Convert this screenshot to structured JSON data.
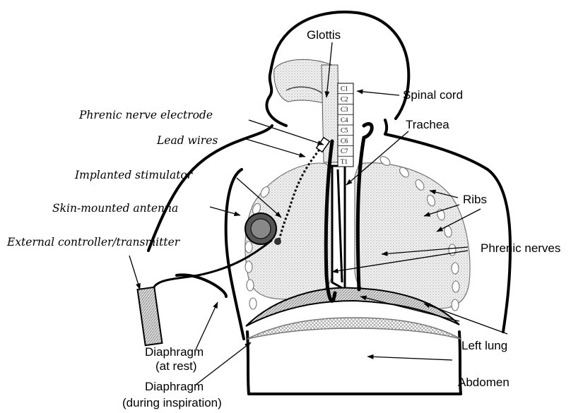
{
  "labels": {
    "glottis": "Glottis",
    "spinal_cord": "Spinal cord",
    "trachea": "Trachea",
    "ribs": "Ribs",
    "phrenic_nerves": "Phrenic nerves",
    "left_lung": "Left lung",
    "abdomen": "Abdomen",
    "diaphragm_rest_1": "Diaphragm",
    "diaphragm_rest_2": "(at rest)",
    "diaphragm_insp_1": "Diaphragm",
    "diaphragm_insp_2": "(during inspiration)",
    "phrenic_electrode": "Phrenic nerve electrode",
    "lead_wires": "Lead wires",
    "implanted_stimulator": "Implanted stimulator",
    "antenna": "Skin-mounted antenna",
    "controller": "External controller/transmitter"
  },
  "vertebrae": [
    "C1",
    "C2",
    "C3",
    "C4",
    "C5",
    "C6",
    "C7",
    "T1"
  ]
}
